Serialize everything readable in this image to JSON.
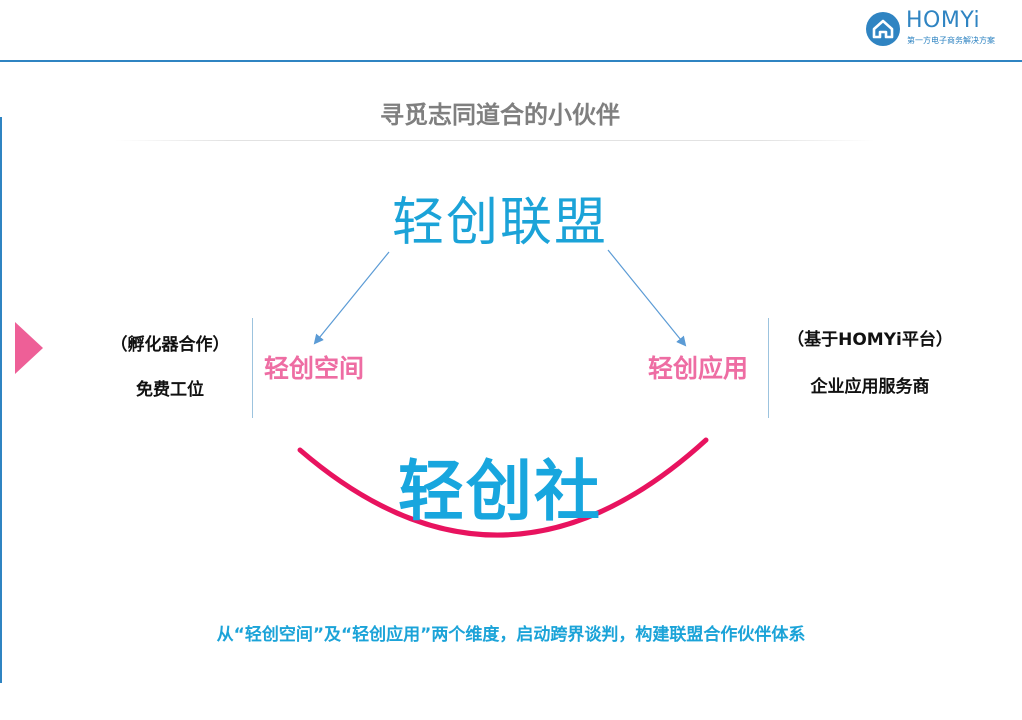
{
  "header": {
    "logo_name": "HOMYi",
    "logo_tagline": "第一方电子商务解决方案"
  },
  "page_title": "寻觅志同道合的小伙伴",
  "diagram": {
    "alliance": "轻创联盟",
    "left": {
      "label": "轻创空间",
      "note": "（孵化器合作）",
      "detail": "免费工位"
    },
    "right": {
      "label": "轻创应用",
      "note": "（基于HOMYi平台）",
      "detail": "企业应用服务商"
    },
    "club": "轻创社"
  },
  "footer_statement": "从“轻创空间”及“轻创应用”两个维度，启动跨界谈判，构建联盟合作伙伴体系",
  "colors": {
    "brand_blue": "#2f84c2",
    "title_blue": "#1ba3d8",
    "pink": "#ee6da3",
    "arc_magenta": "#e8135f",
    "title_gray": "#7f7f7f"
  }
}
